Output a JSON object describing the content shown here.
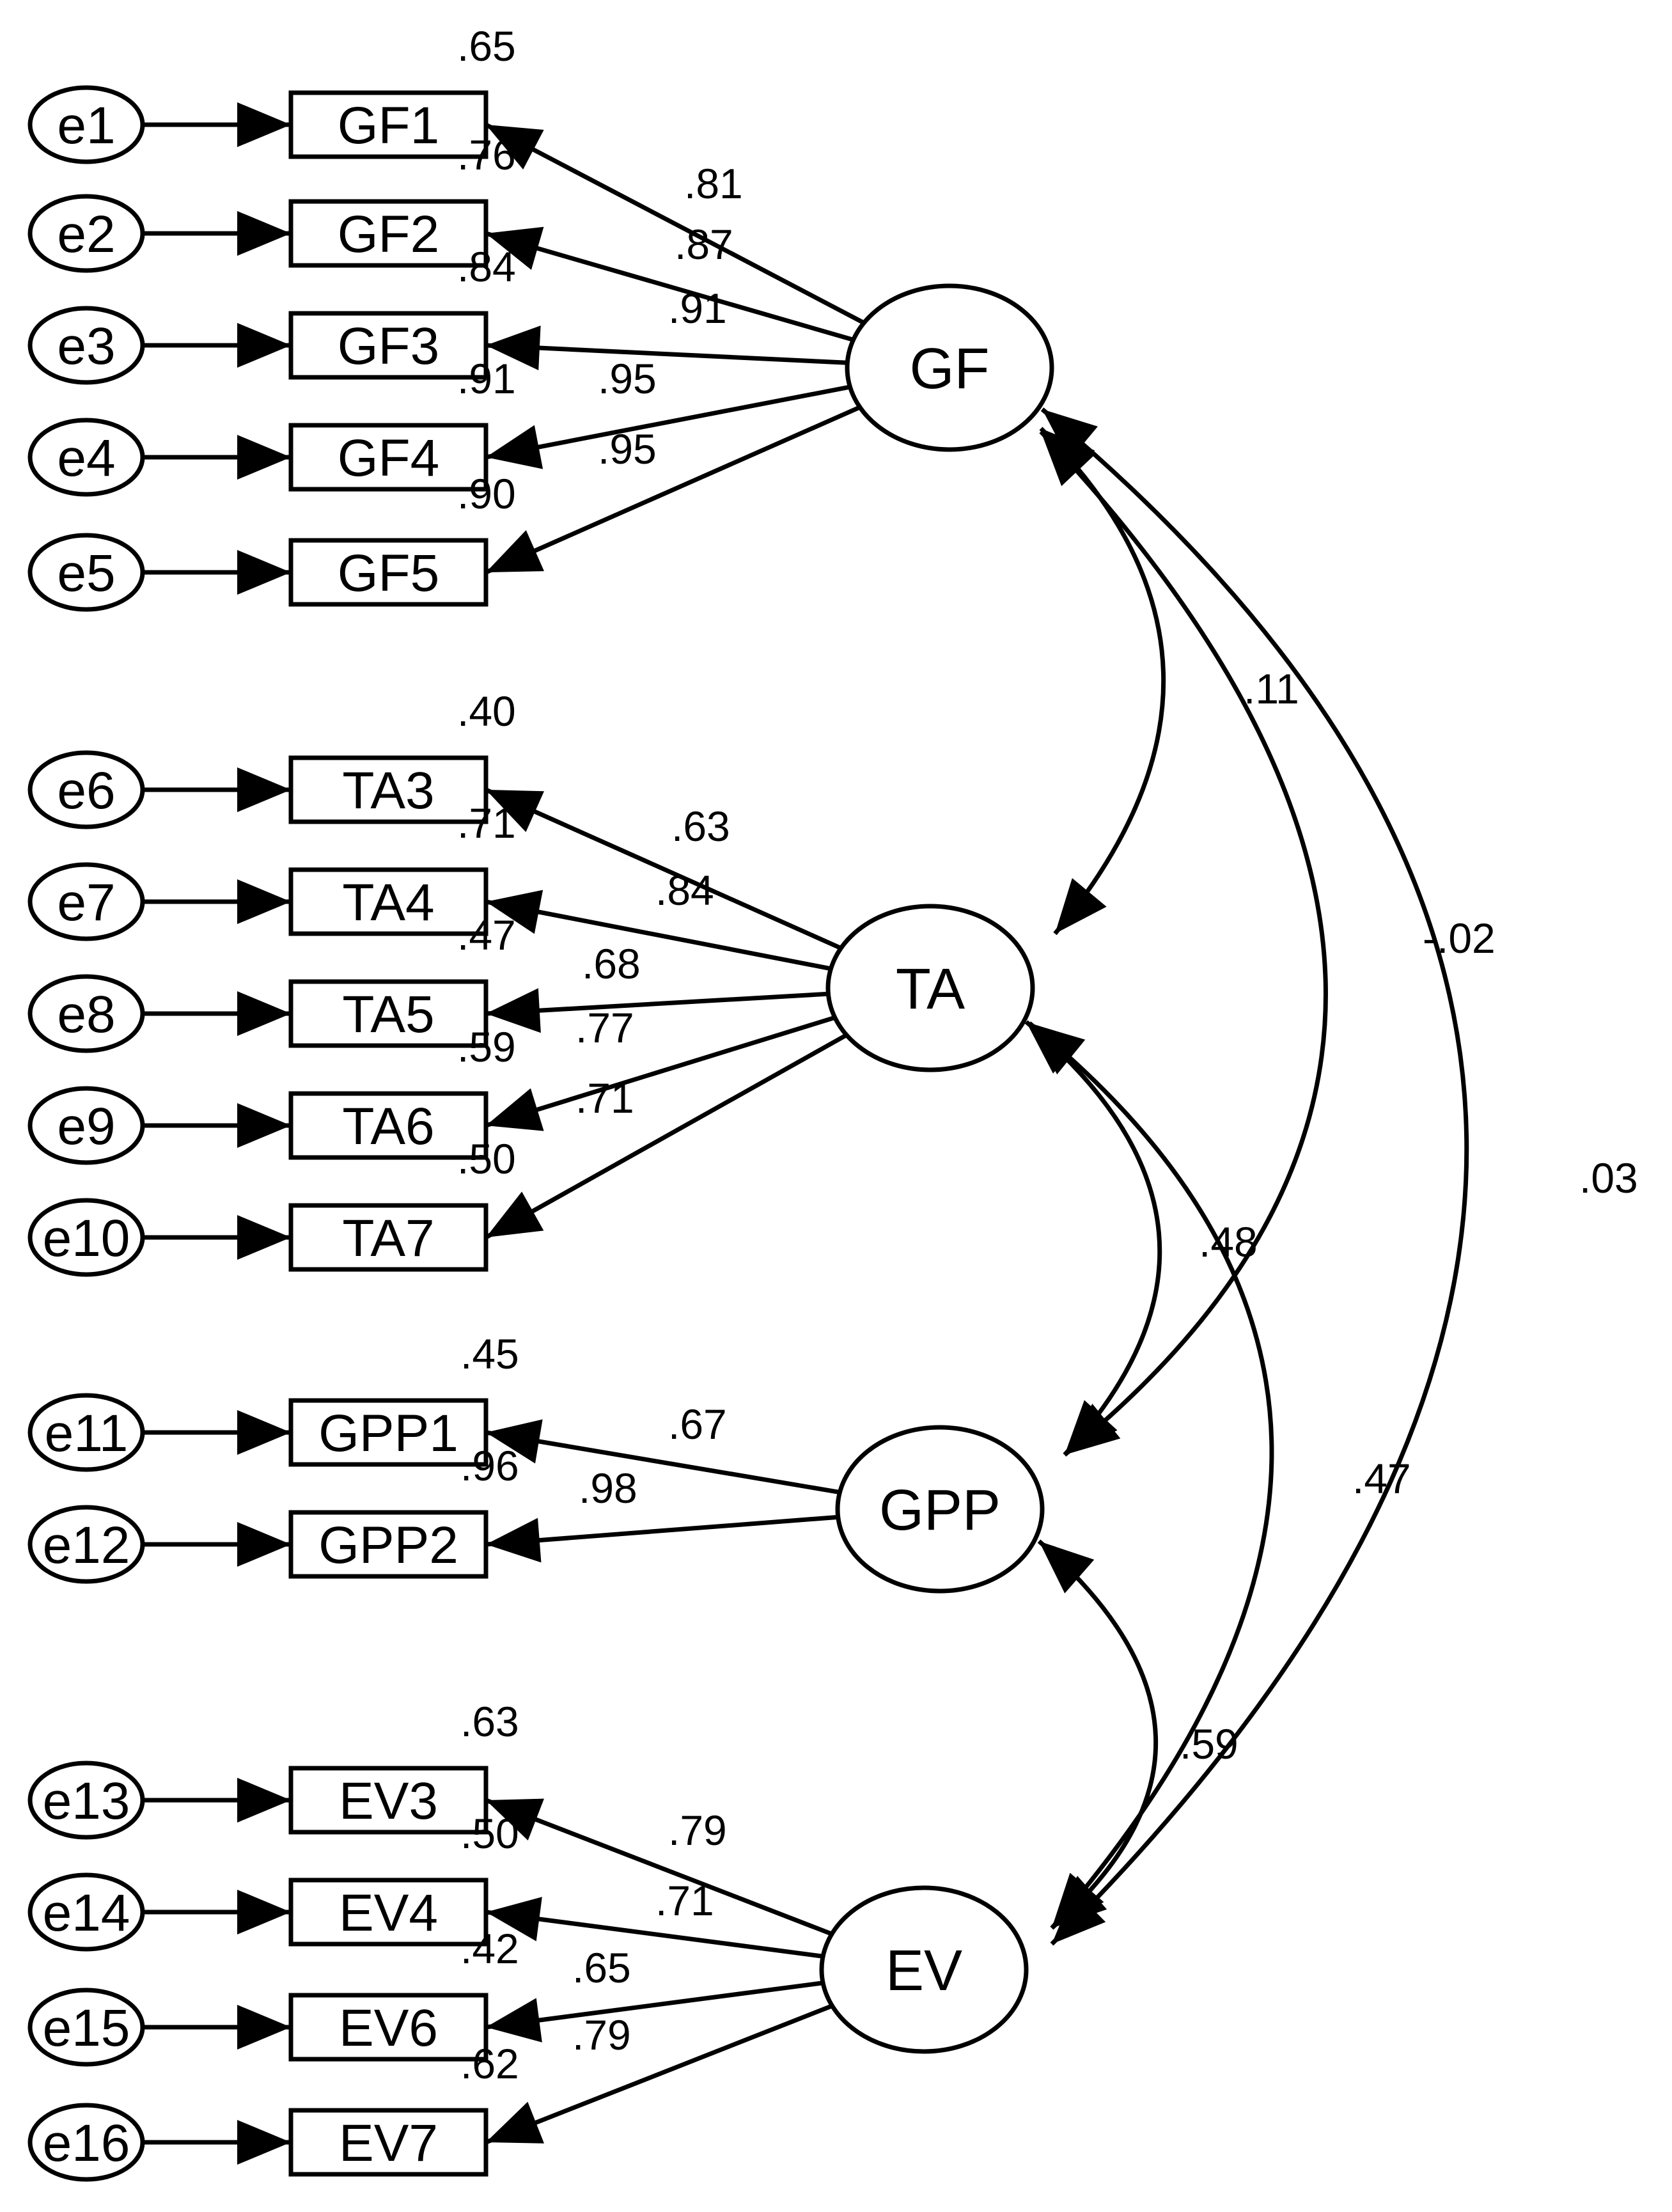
{
  "error_terms": [
    {
      "id": "e1",
      "label": "e1",
      "indicator": "GF1"
    },
    {
      "id": "e2",
      "label": "e2",
      "indicator": "GF2"
    },
    {
      "id": "e3",
      "label": "e3",
      "indicator": "GF3"
    },
    {
      "id": "e4",
      "label": "e4",
      "indicator": "GF4"
    },
    {
      "id": "e5",
      "label": "e5",
      "indicator": "GF5"
    },
    {
      "id": "e6",
      "label": "e6",
      "indicator": "TA3"
    },
    {
      "id": "e7",
      "label": "e7",
      "indicator": "TA4"
    },
    {
      "id": "e8",
      "label": "e8",
      "indicator": "TA5"
    },
    {
      "id": "e9",
      "label": "e9",
      "indicator": "TA6"
    },
    {
      "id": "e10",
      "label": "e10",
      "indicator": "TA7"
    },
    {
      "id": "e11",
      "label": "e11",
      "indicator": "GPP1"
    },
    {
      "id": "e12",
      "label": "e12",
      "indicator": "GPP2"
    },
    {
      "id": "e13",
      "label": "e13",
      "indicator": "EV3"
    },
    {
      "id": "e14",
      "label": "e14",
      "indicator": "EV4"
    },
    {
      "id": "e15",
      "label": "e15",
      "indicator": "EV6"
    },
    {
      "id": "e16",
      "label": "e16",
      "indicator": "EV7"
    }
  ],
  "indicators": [
    {
      "id": "GF1",
      "label": "GF1",
      "latent": "GF",
      "r2": ".65",
      "loading": ".81"
    },
    {
      "id": "GF2",
      "label": "GF2",
      "latent": "GF",
      "r2": ".76",
      "loading": ".87"
    },
    {
      "id": "GF3",
      "label": "GF3",
      "latent": "GF",
      "r2": ".84",
      "loading": ".91"
    },
    {
      "id": "GF4",
      "label": "GF4",
      "latent": "GF",
      "r2": ".91",
      "loading": ".95"
    },
    {
      "id": "GF5",
      "label": "GF5",
      "latent": "GF",
      "r2": ".90",
      "loading": ".95"
    },
    {
      "id": "TA3",
      "label": "TA3",
      "latent": "TA",
      "r2": ".40",
      "loading": ".63"
    },
    {
      "id": "TA4",
      "label": "TA4",
      "latent": "TA",
      "r2": ".71",
      "loading": ".84"
    },
    {
      "id": "TA5",
      "label": "TA5",
      "latent": "TA",
      "r2": ".47",
      "loading": ".68"
    },
    {
      "id": "TA6",
      "label": "TA6",
      "latent": "TA",
      "r2": ".59",
      "loading": ".77"
    },
    {
      "id": "TA7",
      "label": "TA7",
      "latent": "TA",
      "r2": ".50",
      "loading": ".71"
    },
    {
      "id": "GPP1",
      "label": "GPP1",
      "latent": "GPP",
      "r2": ".45",
      "loading": ".67"
    },
    {
      "id": "GPP2",
      "label": "GPP2",
      "latent": "GPP",
      "r2": ".96",
      "loading": ".98"
    },
    {
      "id": "EV3",
      "label": "EV3",
      "latent": "EV",
      "r2": ".63",
      "loading": ".79"
    },
    {
      "id": "EV4",
      "label": "EV4",
      "latent": "EV",
      "r2": ".50",
      "loading": ".71"
    },
    {
      "id": "EV6",
      "label": "EV6",
      "latent": "EV",
      "r2": ".42",
      "loading": ".65"
    },
    {
      "id": "EV7",
      "label": "EV7",
      "latent": "EV",
      "r2": ".62",
      "loading": ".79"
    }
  ],
  "latents": [
    {
      "id": "GF",
      "label": "GF"
    },
    {
      "id": "TA",
      "label": "TA"
    },
    {
      "id": "GPP",
      "label": "GPP"
    },
    {
      "id": "EV",
      "label": "EV"
    }
  ],
  "covariances": [
    {
      "from": "GF",
      "to": "TA",
      "value": ".11"
    },
    {
      "from": "GF",
      "to": "GPP",
      "value": "-.02"
    },
    {
      "from": "GF",
      "to": "EV",
      "value": ".03"
    },
    {
      "from": "TA",
      "to": "GPP",
      "value": ".48"
    },
    {
      "from": "TA",
      "to": "EV",
      "value": ".47"
    },
    {
      "from": "GPP",
      "to": "EV",
      "value": ".59"
    }
  ]
}
